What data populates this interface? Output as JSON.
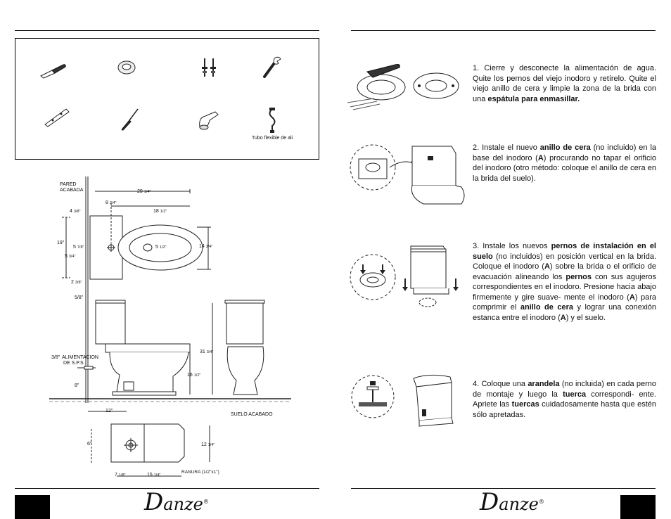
{
  "tools": {
    "flex_tube_label": "Tubo  flexible  de  ali"
  },
  "diagram": {
    "pared_label": "PARED",
    "acabada_label": "ACABADA",
    "d_29": "29",
    "d_29_frac": "1/4\"",
    "d_8": "8",
    "d_8_frac": "3/4\"",
    "d_18": "18",
    "d_18_frac": "1/2\"",
    "d_4": "4",
    "d_4_frac": "3/8\"",
    "d_19": "19\"",
    "d_5a": "5",
    "d_5a_frac": "7/8\"",
    "d_5b": "5",
    "d_5b_frac": "3/4\"",
    "d_5c": "5",
    "d_5c_frac": "1/2\"",
    "d_14": "14",
    "d_14_frac": "3/4\"",
    "d_2": "2",
    "d_2_frac": "3/8\"",
    "d_5_8": "5/8\"",
    "d_31": "31",
    "d_31_frac": "3/4\"",
    "d_16": "16",
    "d_16_frac": "1/2\"",
    "d_3_8": "3/8\"",
    "alimentacion": "ALIMENTACION",
    "de_sps": "DE S.P.S.",
    "d_8in": "8\"",
    "d_12": "12\"",
    "suelo_acabado": "SUELO ACABADO",
    "d_6": "6\"",
    "d_12b": "12",
    "d_12b_frac": "1/4\"",
    "d_7": "7",
    "d_7_frac": "1/8\"",
    "d_15": "15",
    "d_15_frac": "1/4\"",
    "ranura": "RANURA (1/2\"x1\")"
  },
  "steps": {
    "s1": {
      "t1": "1. Cierre y desconecte la alimentación de agua. Quite los pernos del viejo inodoro y retírelo. Quite el viejo anillo de cera y limpie la zona de la brida con una ",
      "b1": "espátula para enmasillar."
    },
    "s2": {
      "t1": "2. Instale el nuevo ",
      "b1": "anillo de cera",
      "t2": " (no incluido) en la base del inodoro (",
      "b2": "A",
      "t3": ") procurando no tapar el orificio del inodoro (otro método: coloque el anillo de cera en la brida del suelo)."
    },
    "s3": {
      "t1": "3. Instale los nuevos ",
      "b1": "pernos de instalación en el suelo",
      "t2": " (no incluidos) en posición vertical en la brida. Coloque el inodoro (",
      "b2": "A",
      "t3": ") sobre la brida o el orificio de evacuación alineando los ",
      "b3": "pernos",
      "t4": " con sus agujeros correspondientes en el inodoro. Presione hacia abajo firmemente y gire suave- mente el inodoro (",
      "b4": "A",
      "t5": ") para comprimir el ",
      "b5": "anillo de cera",
      "t6": " y lograr una conexión estanca entre el inodoro (",
      "b6": "A",
      "t7": ") y el suelo."
    },
    "s4": {
      "t1": "4. Coloque una ",
      "b1": "arandela",
      "t2": " (no incluida) en cada perno de montaje y luego la ",
      "b2": "tuerca",
      "t3": " correspondi- ente. Apriete las ",
      "b3": "tuercas",
      "t4": " cuidadosamente hasta que estén sólo apretadas."
    }
  },
  "footer": {
    "logo_initial": "D",
    "logo_rest": "anze",
    "logo_mark": "®"
  }
}
